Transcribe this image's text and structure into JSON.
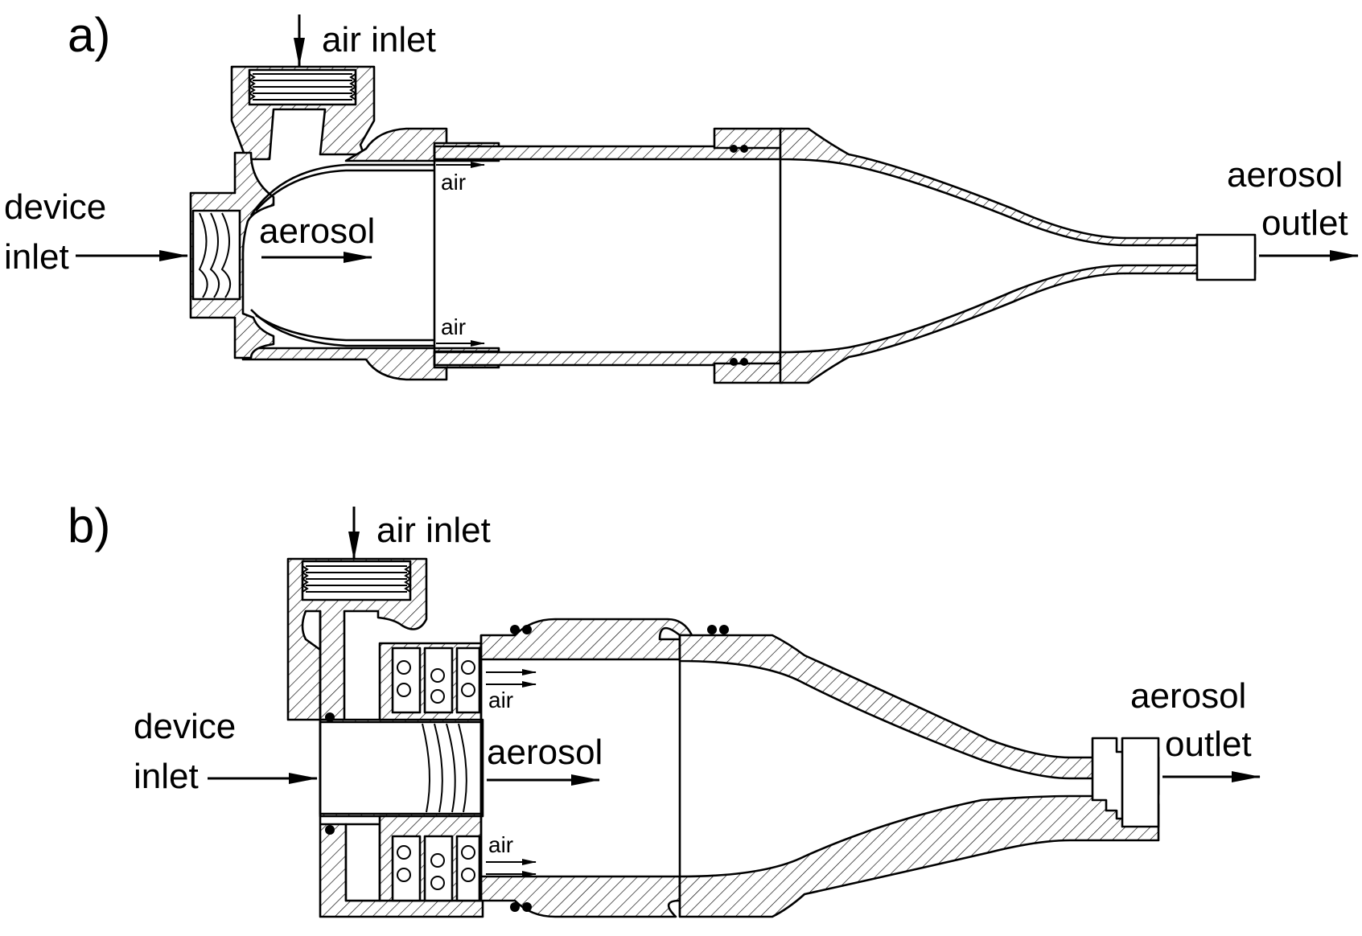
{
  "figure": {
    "panel_a": {
      "label": "a)",
      "air_inlet": "air inlet",
      "device_inlet_line1": "device",
      "device_inlet_line2": "inlet",
      "aerosol": "aerosol",
      "air_top": "air",
      "air_bottom": "air",
      "outlet_line1": "aerosol",
      "outlet_line2": "outlet"
    },
    "panel_b": {
      "label": "b)",
      "air_inlet": "air inlet",
      "device_inlet_line1": "device",
      "device_inlet_line2": "inlet",
      "aerosol": "aerosol",
      "air_top": "air",
      "air_bottom": "air",
      "outlet_line1": "aerosol",
      "outlet_line2": "outlet"
    }
  }
}
